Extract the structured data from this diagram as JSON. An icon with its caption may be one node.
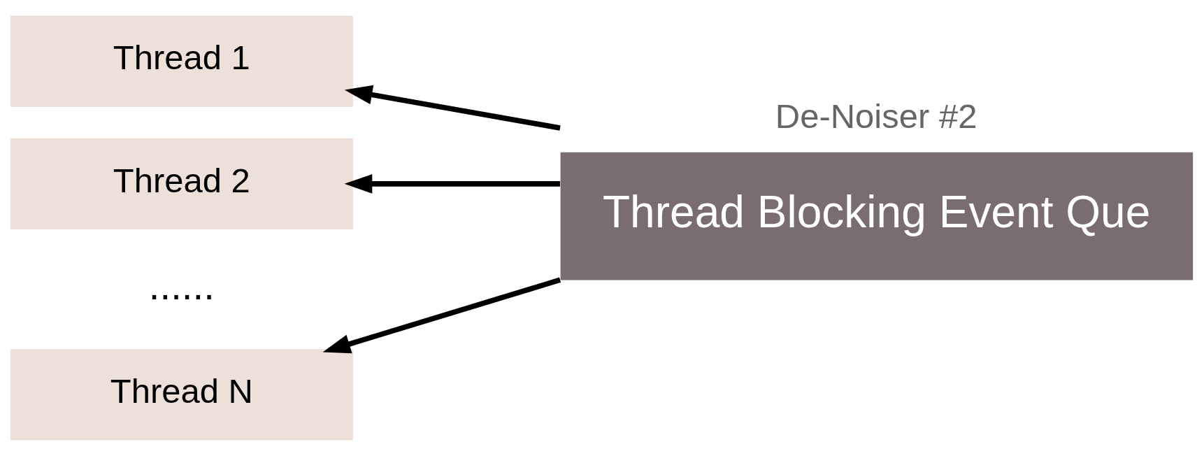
{
  "diagram": {
    "nodes": [
      {
        "text": [
          "Thread 1"
        ]
      },
      {
        "text": [
          "Thread 2"
        ]
      },
      {
        "text": [
          "Thread N"
        ]
      },
      {
        "text": [
          "De-Noiser #2",
          "Thread Blocking Event Que"
        ]
      }
    ],
    "edges": [
      {
        "from": 3,
        "to": 0,
        "arrow": "to"
      },
      {
        "from": 3,
        "to": 1,
        "arrow": "to"
      },
      {
        "from": 3,
        "to": 2,
        "arrow": "to"
      }
    ],
    "labels": [
      "......"
    ]
  }
}
